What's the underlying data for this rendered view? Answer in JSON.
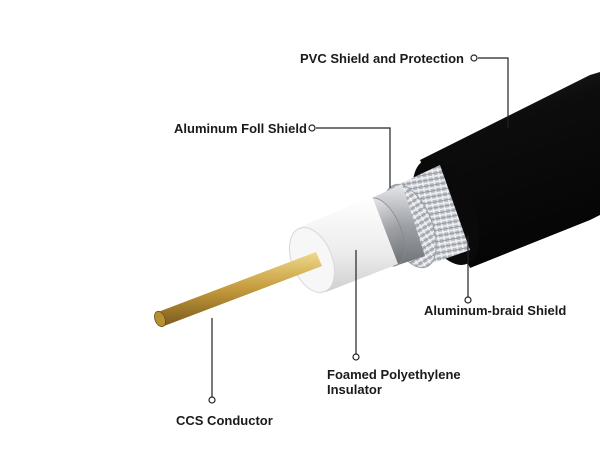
{
  "labels": {
    "pvc": "PVC Shield and Protection",
    "foil": "Aluminum Foll Shield",
    "braid": "Aluminum-braid Shield",
    "insulator_line1": "Foamed Polyethylene",
    "insulator_line2": "Insulator",
    "conductor": "CCS Conductor"
  },
  "colors": {
    "jacket": "#111111",
    "braid": "#c9ccd1",
    "foil": "#a7a9ad",
    "insulator": "#f2f2f2",
    "conductor": "#c9a64a",
    "leader": "#222222"
  }
}
